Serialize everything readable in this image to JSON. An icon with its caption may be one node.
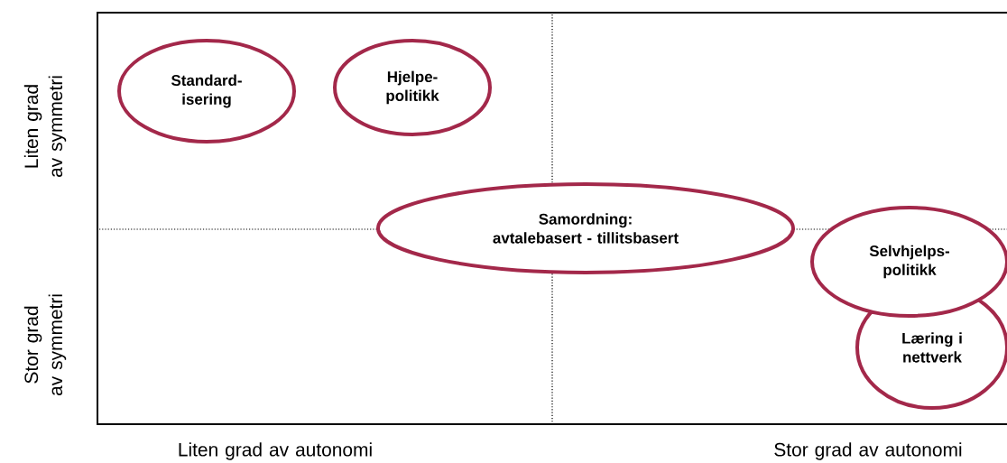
{
  "diagram": {
    "nodes": [
      {
        "text": [
          "Standard- isering"
        ]
      },
      {
        "text": [
          "Hjelpe- politikk"
        ]
      },
      {
        "text": [
          "Samordning:",
          "avtalebasert - tillitsbasert"
        ]
      },
      {
        "text": [
          "Selvhjelps- politikk"
        ]
      },
      {
        "text": [
          "Læring i nettverk"
        ]
      }
    ],
    "labels": [
      "Liten grad av symmetri",
      "Stor grad av symmetri",
      "Liten grad av autonomi",
      "Stor grad av autonomi"
    ]
  }
}
